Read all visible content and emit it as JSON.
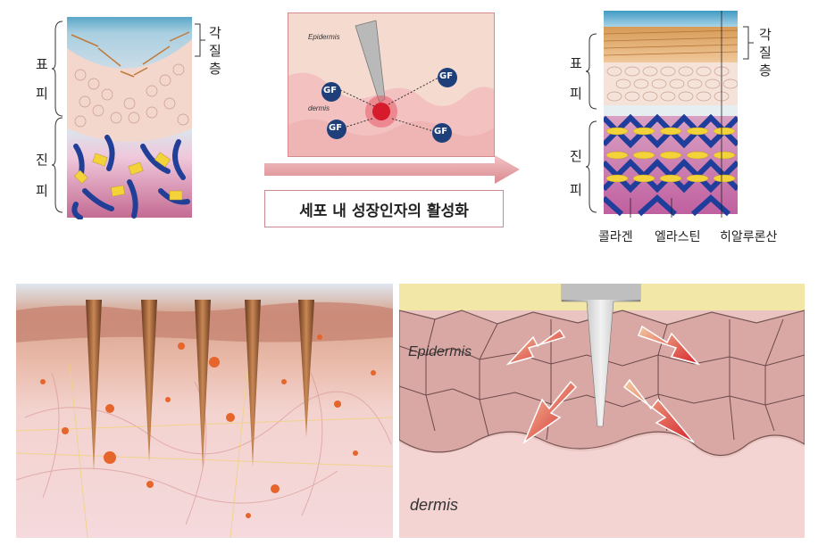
{
  "top_left": {
    "epidermis_label": [
      "표",
      "피"
    ],
    "dermis_label": [
      "진",
      "피"
    ],
    "stratum_corneum_label": [
      "각",
      "질",
      "층"
    ]
  },
  "center_panel": {
    "epidermis_text": "Epidermis",
    "dermis_text": "dermis",
    "gf_labels": [
      "GF",
      "GF",
      "GF",
      "GF"
    ],
    "caption": "세포 내 성장인자의 활성화"
  },
  "top_right": {
    "epidermis_label": [
      "표",
      "피"
    ],
    "dermis_label": [
      "진",
      "피"
    ],
    "stratum_corneum_label": [
      "각",
      "질",
      "층"
    ],
    "fiber_labels": [
      "콜라겐",
      "엘라스틴",
      "히알루론산"
    ]
  },
  "bottom_right": {
    "epidermis_text": "Epidermis",
    "dermis_text": "dermis"
  },
  "colors": {
    "skin_pink": "#f2c9c9",
    "arrow_pink": "#e8a3a6",
    "collagen_blue": "#1f3d9a",
    "elastin_yellow": "#f4d23a"
  }
}
